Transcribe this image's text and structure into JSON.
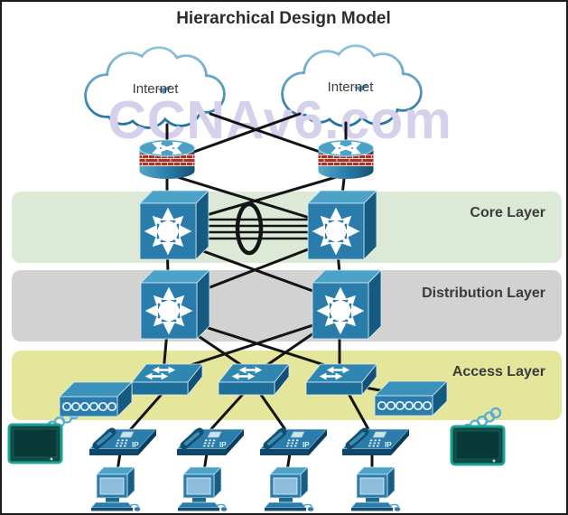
{
  "title": "Hierarchical Design Model",
  "watermark": "CCNAv6.com",
  "clouds": {
    "left": "Internet",
    "right": "Internet"
  },
  "layers": {
    "core": {
      "label": "Core Layer",
      "color": "#dbe9d6"
    },
    "distribution": {
      "label": "Distribution Layer",
      "color": "#d2d2d2"
    },
    "access": {
      "label": "Access Layer",
      "color": "#e3e69b"
    }
  },
  "ip_phone_label": "IP",
  "inventory": {
    "internet_clouds": 2,
    "edge_firewall_routers": 2,
    "core_multilayer_switches": 2,
    "distribution_multilayer_switches": 2,
    "access_switches": 3,
    "wireless_access_points": 2,
    "ip_phones": 4,
    "desktop_pcs": 4,
    "wireless_tablets": 2,
    "core_etherchannel_links": 4
  },
  "colors": {
    "watermark": "#d5d1ec",
    "line": "#141414",
    "device_blue": "#2a7dab",
    "wireless_link": "#54abd6",
    "title_text": "#2d2d2d",
    "label_text": "#3b3b3b",
    "firewall_brick": "#a93226",
    "tablet_teal": "#0d4a46"
  }
}
